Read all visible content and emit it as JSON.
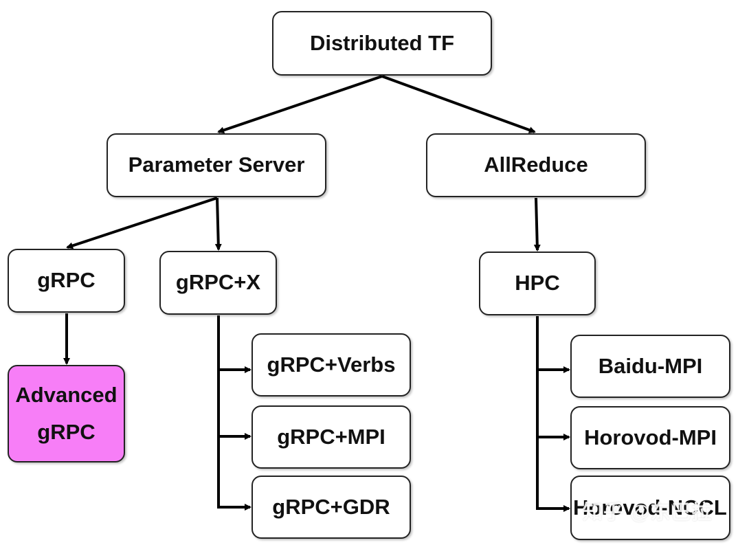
{
  "diagram": {
    "root": "Distributed TF",
    "parameter_server": "Parameter Server",
    "allreduce": "AllReduce",
    "grpc": "gRPC",
    "grpc_x": "gRPC+X",
    "hpc": "HPC",
    "advanced_grpc": [
      "Advanced",
      "gRPC"
    ],
    "grpc_verbs": "gRPC+Verbs",
    "grpc_mpi": "gRPC+MPI",
    "grpc_gdr": "gRPC+GDR",
    "baidu_mpi": "Baidu-MPI",
    "horovod_mpi": "Horovod-MPI",
    "horovod_nccl": "Horovod-NCCL"
  },
  "colors": {
    "highlight": "#f77ef7",
    "line": "#000000"
  },
  "watermark": "知乎 @东巴拉"
}
